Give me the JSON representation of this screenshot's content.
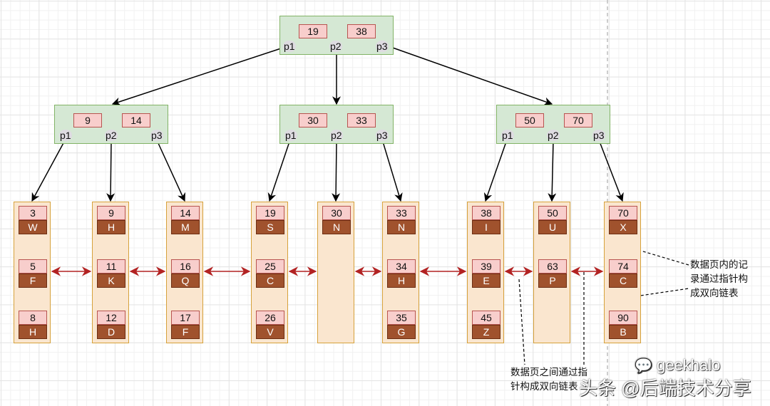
{
  "root": {
    "keys": [
      "19",
      "38"
    ],
    "pointers": [
      "p1",
      "p2",
      "p3"
    ]
  },
  "internal": [
    {
      "keys": [
        "9",
        "14"
      ],
      "pointers": [
        "p1",
        "p2",
        "p3"
      ]
    },
    {
      "keys": [
        "30",
        "33"
      ],
      "pointers": [
        "p1",
        "p2",
        "p3"
      ]
    },
    {
      "keys": [
        "50",
        "70"
      ],
      "pointers": [
        "p1",
        "p2",
        "p3"
      ]
    }
  ],
  "leaves": [
    {
      "records": [
        {
          "key": "3",
          "value": "W"
        },
        {
          "key": "5",
          "value": "F"
        },
        {
          "key": "8",
          "value": "H"
        }
      ]
    },
    {
      "records": [
        {
          "key": "9",
          "value": "H"
        },
        {
          "key": "11",
          "value": "K"
        },
        {
          "key": "12",
          "value": "D"
        }
      ]
    },
    {
      "records": [
        {
          "key": "14",
          "value": "M"
        },
        {
          "key": "16",
          "value": "Q"
        },
        {
          "key": "17",
          "value": "F"
        }
      ]
    },
    {
      "records": [
        {
          "key": "19",
          "value": "S"
        },
        {
          "key": "25",
          "value": "C"
        },
        {
          "key": "26",
          "value": "V"
        }
      ]
    },
    {
      "records": [
        {
          "key": "30",
          "value": "N"
        }
      ]
    },
    {
      "records": [
        {
          "key": "33",
          "value": "N"
        },
        {
          "key": "34",
          "value": "H"
        },
        {
          "key": "35",
          "value": "G"
        }
      ]
    },
    {
      "records": [
        {
          "key": "38",
          "value": "I"
        },
        {
          "key": "39",
          "value": "E"
        },
        {
          "key": "45",
          "value": "Z"
        }
      ]
    },
    {
      "records": [
        {
          "key": "50",
          "value": "U"
        },
        {
          "key": "63",
          "value": "P"
        }
      ]
    },
    {
      "records": [
        {
          "key": "70",
          "value": "X"
        },
        {
          "key": "74",
          "value": "C"
        },
        {
          "key": "90",
          "value": "B"
        }
      ]
    }
  ],
  "annotations": {
    "in_page_note": [
      "数据页内的记",
      "录通过指针构",
      "成双向链表"
    ],
    "between_pages_note": [
      "数据页之间通过指",
      "针构成双向链表"
    ]
  },
  "watermark": {
    "brand": "geekhalo",
    "source": "头条 @后端技术分享"
  },
  "colors": {
    "internal_fill": "#d5e8d4",
    "internal_border": "#82b366",
    "key_fill": "#f8cecc",
    "key_border": "#b85450",
    "page_fill": "#fae6cf",
    "page_border": "#d6a13b",
    "value_fill": "#a0522d",
    "page_link_arrow": "#b22222",
    "record_link_arrow": "#000000"
  }
}
